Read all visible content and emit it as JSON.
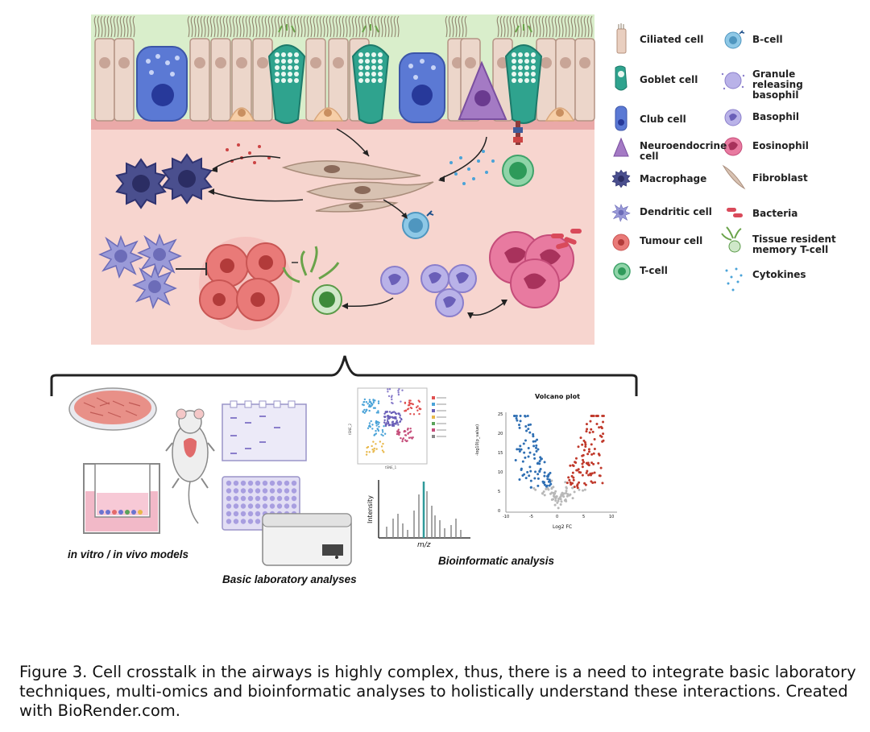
{
  "legend": {
    "left": [
      {
        "label": "Ciliated cell",
        "icon": "ciliated-cell-icon"
      },
      {
        "label": "Goblet cell",
        "icon": "goblet-cell-icon"
      },
      {
        "label": "Club cell",
        "icon": "club-cell-icon"
      },
      {
        "label": "Neuroendocrine cell",
        "icon": "neuroendocrine-cell-icon"
      },
      {
        "label": "Macrophage",
        "icon": "macrophage-icon"
      },
      {
        "label": "Dendritic cell",
        "icon": "dendritic-cell-icon"
      },
      {
        "label": "Tumour cell",
        "icon": "tumour-cell-icon"
      },
      {
        "label": "T-cell",
        "icon": "t-cell-icon"
      }
    ],
    "right": [
      {
        "label": "B-cell",
        "icon": "b-cell-icon"
      },
      {
        "label": "Granule releasing basophil",
        "icon": "granule-basophil-icon"
      },
      {
        "label": "Basophil",
        "icon": "basophil-icon"
      },
      {
        "label": "Eosinophil",
        "icon": "eosinophil-icon"
      },
      {
        "label": "Fibroblast",
        "icon": "fibroblast-icon"
      },
      {
        "label": "Bacteria",
        "icon": "bacteria-icon"
      },
      {
        "label": "Tissue resident memory T-cell",
        "icon": "trm-t-cell-icon"
      },
      {
        "label": "Cytokines",
        "icon": "cytokines-icon"
      }
    ]
  },
  "panels": {
    "models_label": "in vitro / in vivo models",
    "lab_label": "Basic laboratory analyses",
    "bioinf_label": "Bioinformatic analysis",
    "volcano_title": "Volcano plot",
    "volcano_xlabel": "Log2 FC",
    "volcano_ylabel": "-log10(p_value)",
    "volcano_xticks": [
      "-10",
      "-5",
      "0",
      "5",
      "10"
    ],
    "volcano_yticks": [
      "25",
      "20",
      "15",
      "10",
      "5",
      "0"
    ],
    "ms_xlabel": "m/z",
    "ms_ylabel": "Intensity",
    "tsne_xlabel": "tSNE_1",
    "tsne_ylabel": "tSNE_2"
  },
  "caption": "Figure 3. Cell crosstalk in the airways is highly complex, thus, there is a need to integrate basic laboratory techniques, multi-omics and bioinformatic analyses to holistically understand these interactions. Created with BioRender.com.",
  "colors": {
    "epithelium_green": "#d4ecc4",
    "lumen_pink": "#f8d5cf",
    "club_blue": "#5a78d0",
    "goblet_teal": "#2fa38e",
    "upregulated_red": "#c0392b",
    "downregulated_blue": "#2f6fb3"
  }
}
